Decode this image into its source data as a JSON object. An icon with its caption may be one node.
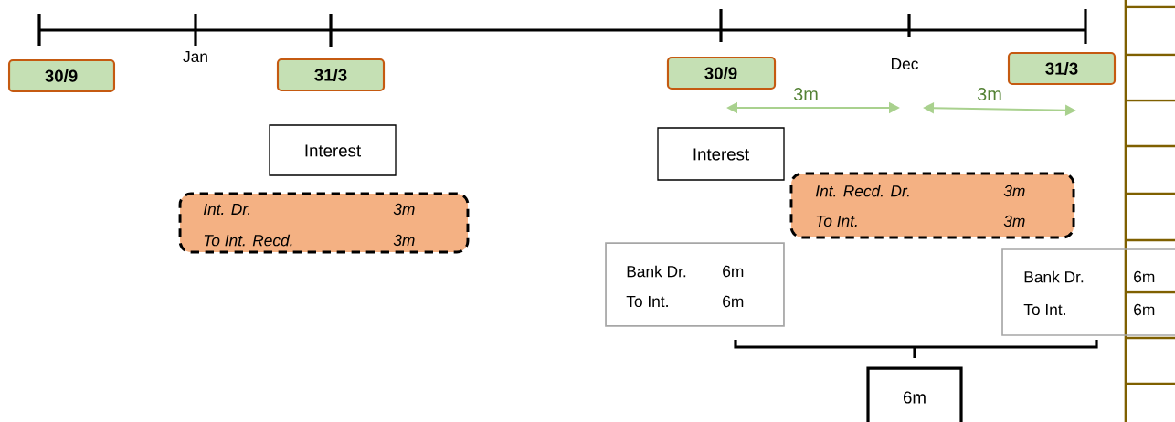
{
  "diagram": {
    "nodes": [
      {
        "text": [
          "30/9"
        ]
      },
      {
        "text": [
          "31/3"
        ]
      },
      {
        "text": [
          "30/9"
        ]
      },
      {
        "text": [
          "31/3"
        ]
      },
      {
        "text": [
          "Interest"
        ]
      },
      {
        "text": [
          "Int. Dr.",
          "3m",
          "To Int. Recd.",
          "3m"
        ]
      },
      {
        "text": [
          "Interest"
        ]
      },
      {
        "text": [
          "Int. Recd. Dr.",
          "3m",
          "To Int.",
          "3m"
        ]
      },
      {
        "text": [
          "Bank Dr.",
          "6m",
          "To Int.",
          "6m"
        ]
      },
      {
        "text": [
          "Bank Dr.",
          "6m",
          "To Int.",
          "6m"
        ]
      },
      {
        "text": [
          "6m"
        ]
      }
    ],
    "labels": [
      "Jan",
      "Dec",
      "3m",
      "3m"
    ]
  }
}
